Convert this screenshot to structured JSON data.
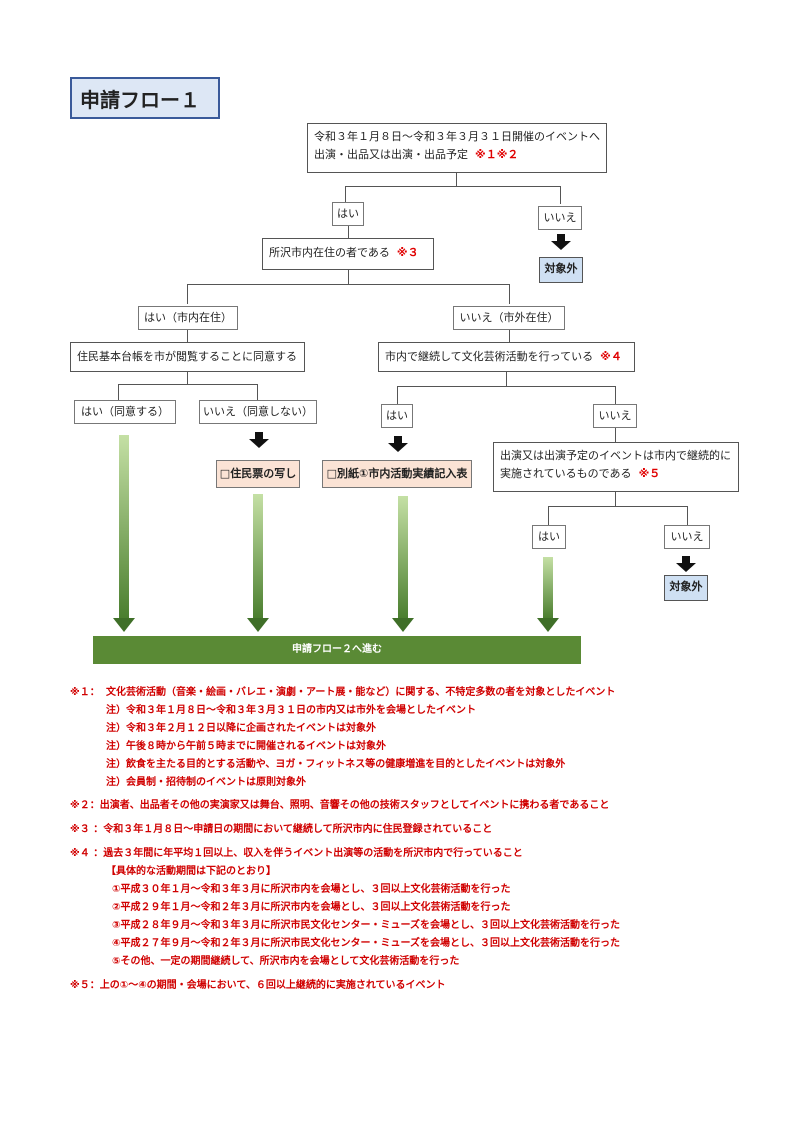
{
  "title": "申請フロー１",
  "q1": {
    "text_line1": "令和３年１月８日～令和３年３月３１日開催のイベントへ",
    "text_line2": "出演・出品又は出演・出品予定",
    "mark": "※１※２"
  },
  "q1_yes": "はい",
  "q1_no": "いいえ",
  "excluded_1": "対象外",
  "q2": {
    "text": "所沢市内在住の者である",
    "mark": "※３"
  },
  "q2_yes": "はい（市内在住）",
  "q2_no": "いいえ（市外在住）",
  "q3": {
    "text": "住民基本台帳を市が閲覧することに同意する"
  },
  "q3_yes": "はい（同意する）",
  "q3_no": "いいえ（同意しない）",
  "doc_residence": "□住民票の写し",
  "q4": {
    "text": "市内で継続して文化芸術活動を行っている",
    "mark": "※４"
  },
  "q4_yes": "はい",
  "q4_no": "いいえ",
  "doc_activity": "□別紙①市内活動実績記入表",
  "q5": {
    "text_line1": "出演又は出演予定のイベントは市内で継続的に",
    "text_line2": "実施されているものである",
    "mark": "※５"
  },
  "q5_yes": "はい",
  "q5_no": "いいえ",
  "excluded_2": "対象外",
  "next_step": "申請フロー２へ進む",
  "notes": {
    "n1_head": "※１：",
    "n1_main": "文化芸術活動（音楽・絵画・バレエ・演劇・アート展・能など）に関する、不特定多数の者を対象としたイベント",
    "n1_sub1": "注）令和３年１月８日～令和３年３月３１日の市内又は市外を会場としたイベント",
    "n1_sub2": "注）令和３年２月１２日以降に企画されたイベントは対象外",
    "n1_sub3": "注）午後８時から午前５時までに開催されるイベントは対象外",
    "n1_sub4": "注）飲食を主たる目的とする活動や、ヨガ・フィットネス等の健康増進を目的としたイベントは対象外",
    "n1_sub5": "注）会員制・招待制のイベントは原則対象外",
    "n2": "※２：出演者、出品者その他の実演家又は舞台、照明、音響その他の技術スタッフとしてイベントに携わる者であること",
    "n3": "※３ ：令和３年１月８日～申請日の期間において継続して所沢市内に住民登録されていること",
    "n4": "※４ ：過去３年間に年平均１回以上、収入を伴うイベント出演等の活動を所沢市内で行っていること",
    "n4_head": "【具体的な活動期間は下記のとおり】",
    "n4_i1": "①平成３０年１月～令和３年３月に所沢市内を会場とし、３回以上文化芸術活動を行った",
    "n4_i2": "②平成２９年１月～令和２年３月に所沢市内を会場とし、３回以上文化芸術活動を行った",
    "n4_i3": "③平成２８年９月～令和３年３月に所沢市民文化センター・ミューズを会場とし、３回以上文化芸術活動を行った",
    "n4_i4": "④平成２７年９月～令和２年３月に所沢市民文化センター・ミューズを会場とし、３回以上文化芸術活動を行った",
    "n4_i5": "⑤その他、一定の期間継続して、所沢市内を会場として文化芸術活動を行った",
    "n5": "※５：上の①～④の期間・会場において、６回以上継続的に実施されているイベント"
  }
}
